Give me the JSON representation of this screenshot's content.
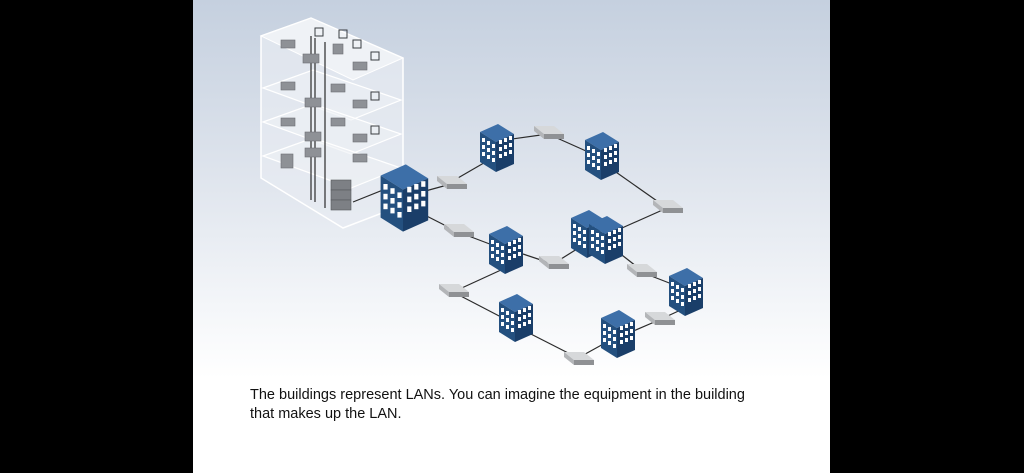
{
  "caption": {
    "line1": "The buildings represent LANs.  You can imagine the equipment in the building",
    "line2": "that makes up the LAN."
  },
  "colors": {
    "building_face": "#2a5488",
    "building_dark": "#173a66",
    "building_top": "#3d6fa8",
    "window": "#ffffff",
    "router_top": "#d2d4d6",
    "router_side": "#9a9c9f",
    "link": "#2b2b2b"
  },
  "icons": {
    "building": "lan-building-icon",
    "router": "router-icon",
    "office": "office-building-cutaway"
  }
}
